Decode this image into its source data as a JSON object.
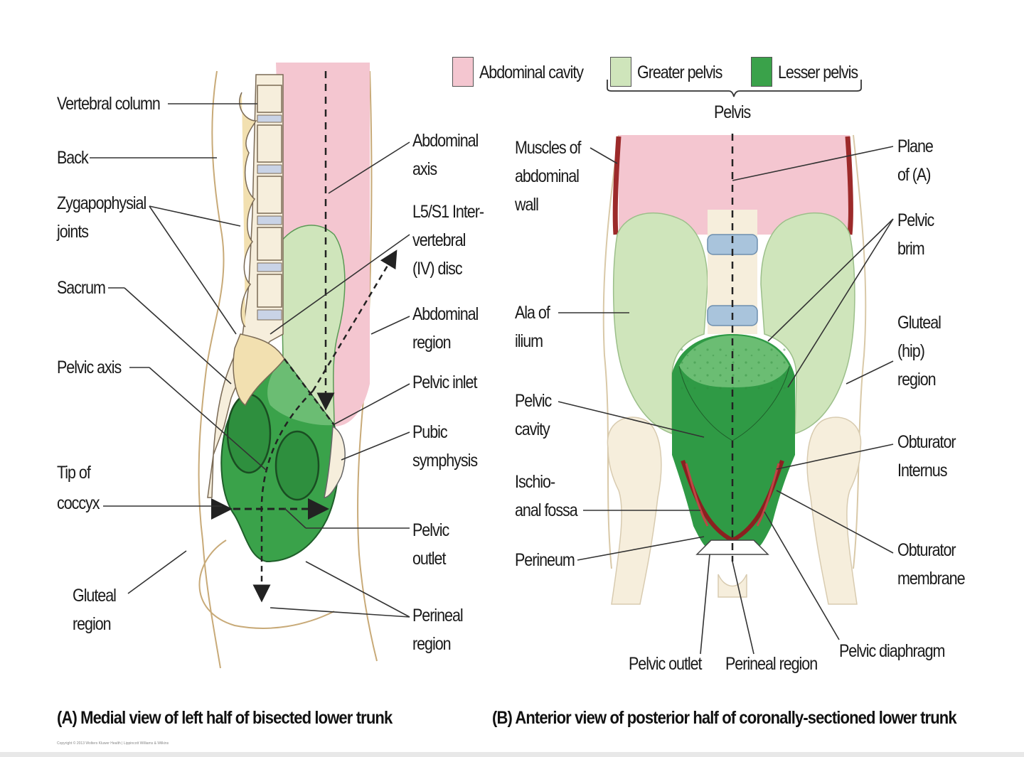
{
  "legend": {
    "abdominal_cavity": "Abdominal cavity",
    "greater_pelvis": "Greater pelvis",
    "lesser_pelvis": "Lesser pelvis",
    "pelvis": "Pelvis",
    "colors": {
      "abdominal": "#f4c6d0",
      "greater": "#cfe5bb",
      "lesser": "#3aa24a"
    }
  },
  "panel_a": {
    "caption": "(A)  Medial view of left half of bisected lower trunk",
    "left_labels": {
      "vertebral_column": "Vertebral column",
      "back": "Back",
      "zygapophysial_1": "Zygapophysial",
      "zygapophysial_2": "joints",
      "sacrum": "Sacrum",
      "pelvic_axis": "Pelvic axis",
      "tip_coccyx_1": "Tip of",
      "tip_coccyx_2": "coccyx",
      "gluteal_1": "Gluteal",
      "gluteal_2": "region"
    },
    "right_labels": {
      "abdominal_axis_1": "Abdominal",
      "abdominal_axis_2": "axis",
      "l5s1_1": "L5/S1 Inter-",
      "l5s1_2": "vertebral",
      "l5s1_3": "(IV) disc",
      "abdominal_region_1": "Abdominal",
      "abdominal_region_2": "region",
      "pelvic_inlet": "Pelvic inlet",
      "pubic_symphysis_1": "Pubic",
      "pubic_symphysis_2": "symphysis",
      "pelvic_outlet_1": "Pelvic",
      "pelvic_outlet_2": "outlet",
      "perineal_region_1": "Perineal",
      "perineal_region_2": "region"
    }
  },
  "panel_b": {
    "caption": "(B)  Anterior view of posterior half of coronally-sectioned lower trunk",
    "left_labels": {
      "muscles_1": "Muscles of",
      "muscles_2": "abdominal",
      "muscles_3": "wall",
      "ala_1": "Ala of",
      "ala_2": "ilium",
      "pelvic_cavity_1": "Pelvic",
      "pelvic_cavity_2": "cavity",
      "ischio_1": "Ischio-",
      "ischio_2": "anal fossa",
      "perineum": "Perineum"
    },
    "right_labels": {
      "plane_1": "Plane",
      "plane_2": "of (A)",
      "brim_1": "Pelvic",
      "brim_2": "brim",
      "gluteal_1": "Gluteal",
      "gluteal_2": "(hip)",
      "gluteal_3": "region",
      "obt_int_1": "Obturator",
      "obt_int_2": "Internus",
      "obt_mem_1": "Obturator",
      "obt_mem_2": "membrane"
    },
    "bottom_labels": {
      "pelvic_diaphragm": "Pelvic diaphragm",
      "pelvic_outlet": "Pelvic outlet",
      "perineal_region": "Perineal region"
    }
  },
  "copyright": "Copyright © 2013 Wolters Kluwer Health | Lippincott Williams & Wilkins"
}
